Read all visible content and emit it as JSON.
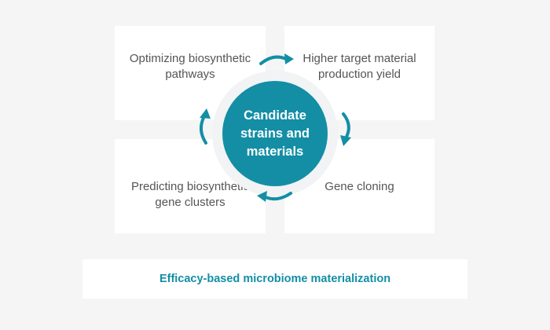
{
  "diagram": {
    "accent_color": "#138ea5",
    "center_label": "Candidate\nstrains and\nmaterials",
    "quadrants": {
      "top_left": "Optimizing biosynthetic\npathways",
      "top_right": "Higher target material\nproduction yield",
      "bottom_left": "Predicting biosynthetic\ngene clusters",
      "bottom_right": "Gene cloning"
    },
    "footer_label": "Efficacy-based microbiome materialization",
    "cycle_arrow_icon": "curved-arrow-icon"
  }
}
